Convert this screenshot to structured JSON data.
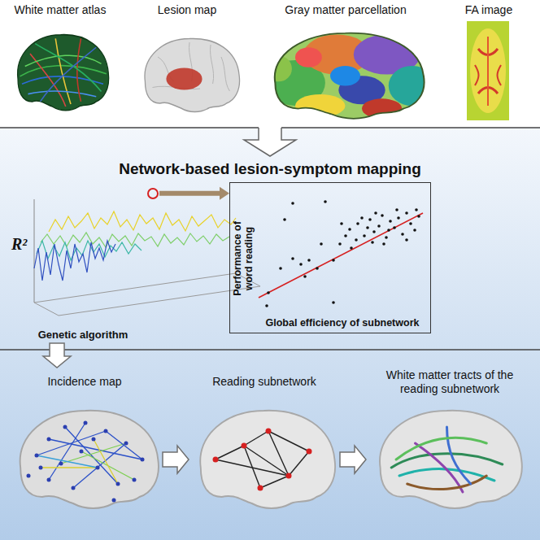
{
  "diagram": {
    "title": "Network-based lesion-symptom mapping",
    "nodes": [
      {
        "text": [
          "White matter atlas"
        ]
      },
      {
        "text": [
          "Lesion map"
        ]
      },
      {
        "text": [
          "Gray matter parcellation"
        ]
      },
      {
        "text": [
          "FA image"
        ]
      },
      {
        "text": [
          "R²",
          "Genetic algorithm"
        ]
      },
      {
        "text": [
          "Performance of word reading",
          "Global efficiency of subnetwork"
        ]
      },
      {
        "text": [
          "Incidence map"
        ]
      },
      {
        "text": [
          "Reading subnetwork"
        ]
      },
      {
        "text": [
          "White matter tracts of the reading subnetwork"
        ]
      }
    ],
    "edges": [
      {
        "from": 4,
        "to": 5,
        "arrow": "to"
      },
      {
        "from": 4,
        "to": 6,
        "arrow": "to"
      },
      {
        "from": 6,
        "to": 7,
        "arrow": "to"
      },
      {
        "from": 7,
        "to": 8,
        "arrow": "to"
      }
    ]
  }
}
